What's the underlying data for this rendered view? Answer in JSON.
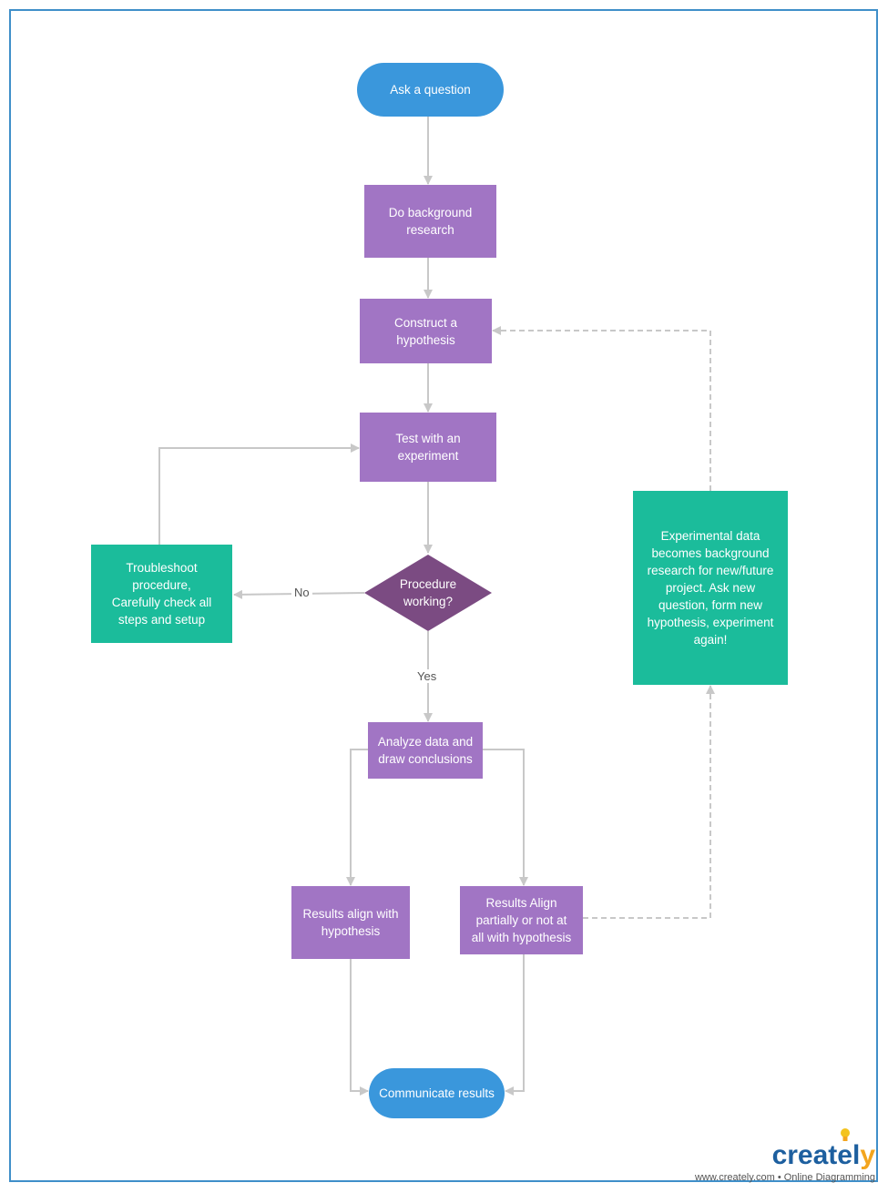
{
  "nodes": {
    "ask": "Ask a question",
    "background": "Do background\nresearch",
    "hypothesis": "Construct a\nhypothesis",
    "test": "Test with an\nexperiment",
    "decision": "Procedure\nworking?",
    "troubleshoot": "Troubleshoot\nprocedure,\nCarefully check all\nsteps and setup",
    "analyze": "Analyze data and\ndraw conclusions",
    "align": "Results align with\nhypothesis",
    "partial": "Results Align\npartially or not at\nall with hypothesis",
    "experimental": "Experimental data\nbecomes background\nresearch for new/future\nproject. Ask new\nquestion, form new\nhypothesis, experiment\nagain!",
    "communicate": "Communicate results"
  },
  "edge_labels": {
    "no": "No",
    "yes": "Yes"
  },
  "branding": {
    "logo_main": "createl",
    "logo_y": "y",
    "footer": "www.creately.com • Online Diagramming"
  },
  "colors": {
    "terminal": "#3a97dc",
    "process": "#a175c4",
    "decision": "#7b4b82",
    "note": "#1bbc9b",
    "connector": "#c8c8c8",
    "frame": "#3f8fc9"
  }
}
